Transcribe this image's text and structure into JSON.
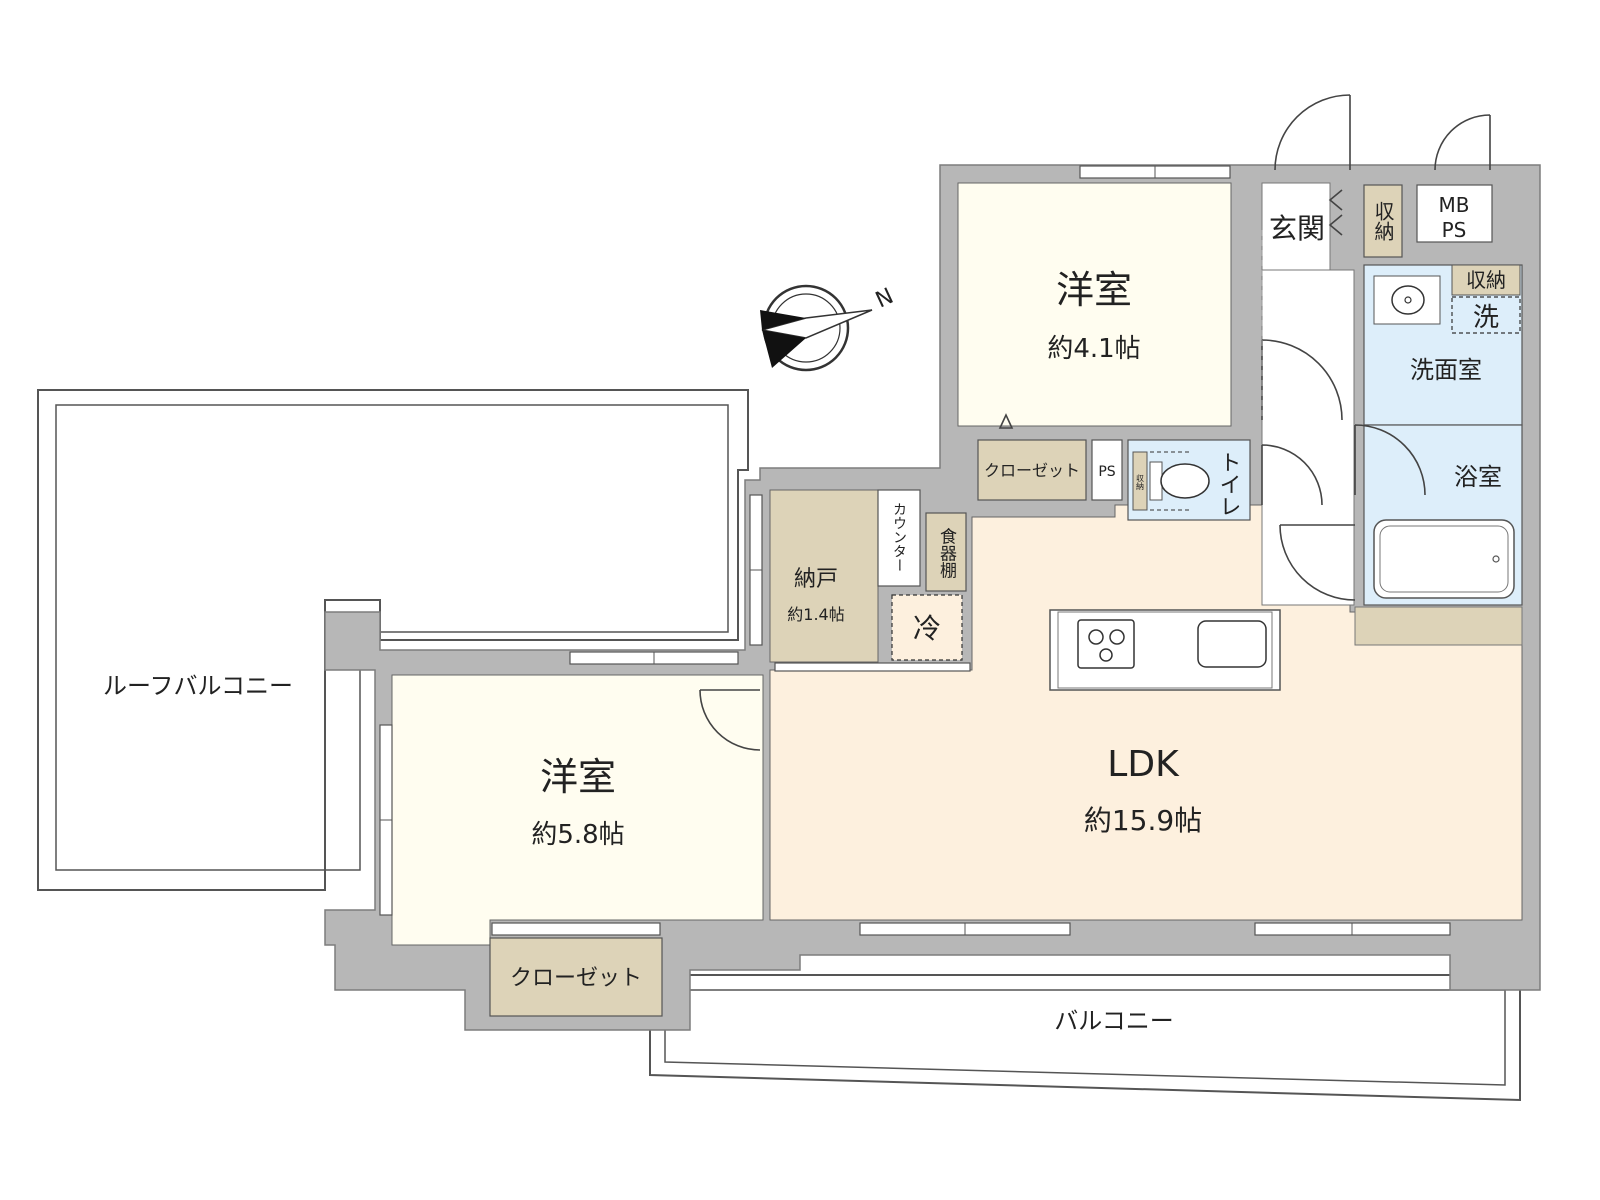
{
  "colors": {
    "wall": "#b7b7b7",
    "western_room": "#fffdf0",
    "ldk": "#fdf0de",
    "storage": "#ddd3b8",
    "wet_area": "#ddeefa",
    "balcony": "#ffffff"
  },
  "compass": {
    "north_label": "N",
    "icon": "compass-icon"
  },
  "rooms": {
    "western_north": {
      "name": "洋室",
      "area": "約4.1帖"
    },
    "western_west": {
      "name": "洋室",
      "area": "約5.8帖"
    },
    "ldk": {
      "name": "LDK",
      "area": "約15.9帖"
    },
    "storeroom": {
      "name": "納戸",
      "area": "約1.4帖"
    },
    "entrance": "玄関",
    "washroom": "洗面室",
    "bathroom": "浴室",
    "toilet": "トイレ",
    "closet_north": "クローゼット",
    "closet_west": "クローゼット",
    "counter": "カウンター",
    "dish_shelf": "食器棚",
    "fridge": "冷",
    "ps_small": "PS",
    "mb": "MB",
    "mb_ps": "PS",
    "entrance_storage": "収納",
    "wash_storage": "収納",
    "washer": "洗",
    "toilet_storage": "収納",
    "roof_balcony": "ルーフバルコニー",
    "balcony": "バルコニー"
  }
}
